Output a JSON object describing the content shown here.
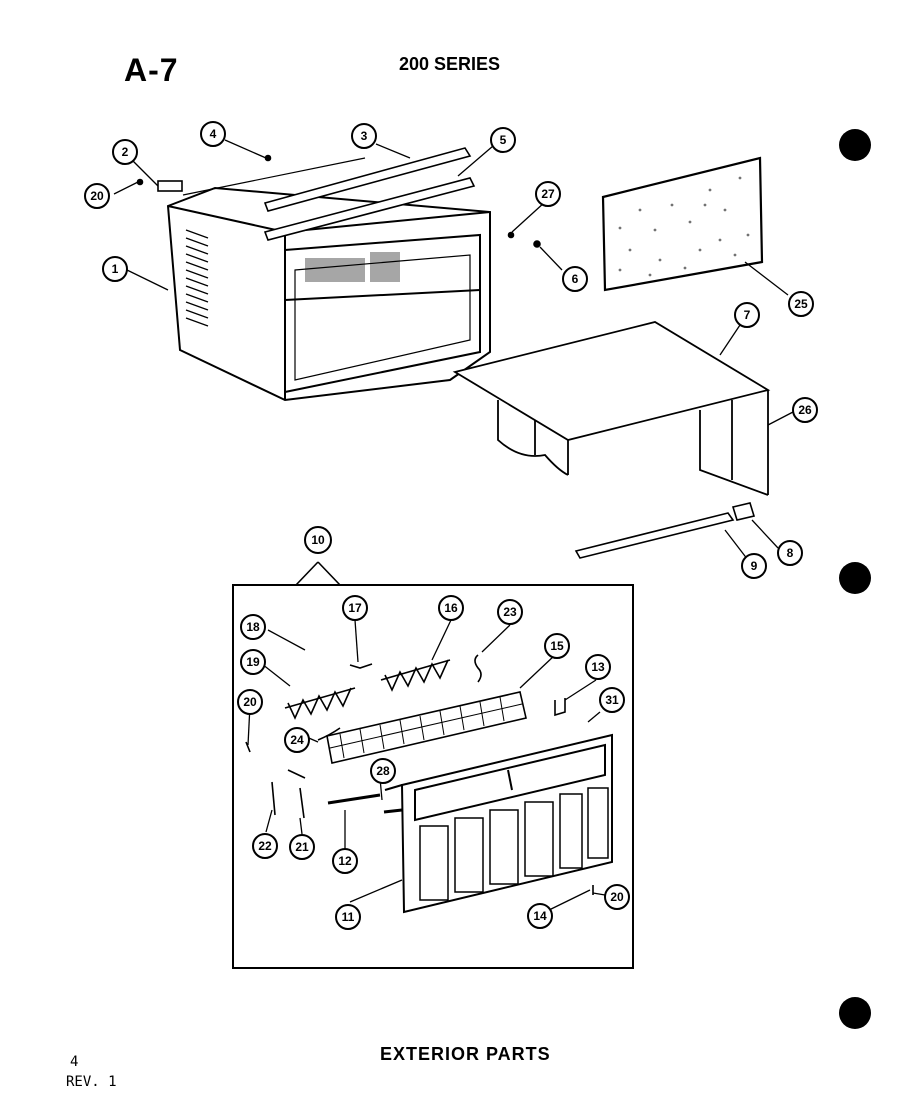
{
  "header": {
    "page_code": "A-7",
    "series": "200 SERIES"
  },
  "footer": {
    "caption": "EXTERIOR PARTS",
    "page_number": "4",
    "revision": "REV. 1"
  },
  "callouts": [
    {
      "id": "c1",
      "label": "1"
    },
    {
      "id": "c2",
      "label": "2"
    },
    {
      "id": "c3",
      "label": "3"
    },
    {
      "id": "c4",
      "label": "4"
    },
    {
      "id": "c5",
      "label": "5"
    },
    {
      "id": "c6",
      "label": "6"
    },
    {
      "id": "c7",
      "label": "7"
    },
    {
      "id": "c8",
      "label": "8"
    },
    {
      "id": "c9",
      "label": "9"
    },
    {
      "id": "c10",
      "label": "10"
    },
    {
      "id": "c11",
      "label": "11"
    },
    {
      "id": "c12",
      "label": "12"
    },
    {
      "id": "c13",
      "label": "13"
    },
    {
      "id": "c14",
      "label": "14"
    },
    {
      "id": "c15",
      "label": "15"
    },
    {
      "id": "c16",
      "label": "16"
    },
    {
      "id": "c17",
      "label": "17"
    },
    {
      "id": "c18",
      "label": "18"
    },
    {
      "id": "c19",
      "label": "19"
    },
    {
      "id": "c20a",
      "label": "20"
    },
    {
      "id": "c20b",
      "label": "20"
    },
    {
      "id": "c20c",
      "label": "20"
    },
    {
      "id": "c21",
      "label": "21"
    },
    {
      "id": "c22",
      "label": "22"
    },
    {
      "id": "c23",
      "label": "23"
    },
    {
      "id": "c24",
      "label": "24"
    },
    {
      "id": "c25",
      "label": "25"
    },
    {
      "id": "c26",
      "label": "26"
    },
    {
      "id": "c27",
      "label": "27"
    },
    {
      "id": "c28",
      "label": "28"
    },
    {
      "id": "c31",
      "label": "31"
    }
  ]
}
